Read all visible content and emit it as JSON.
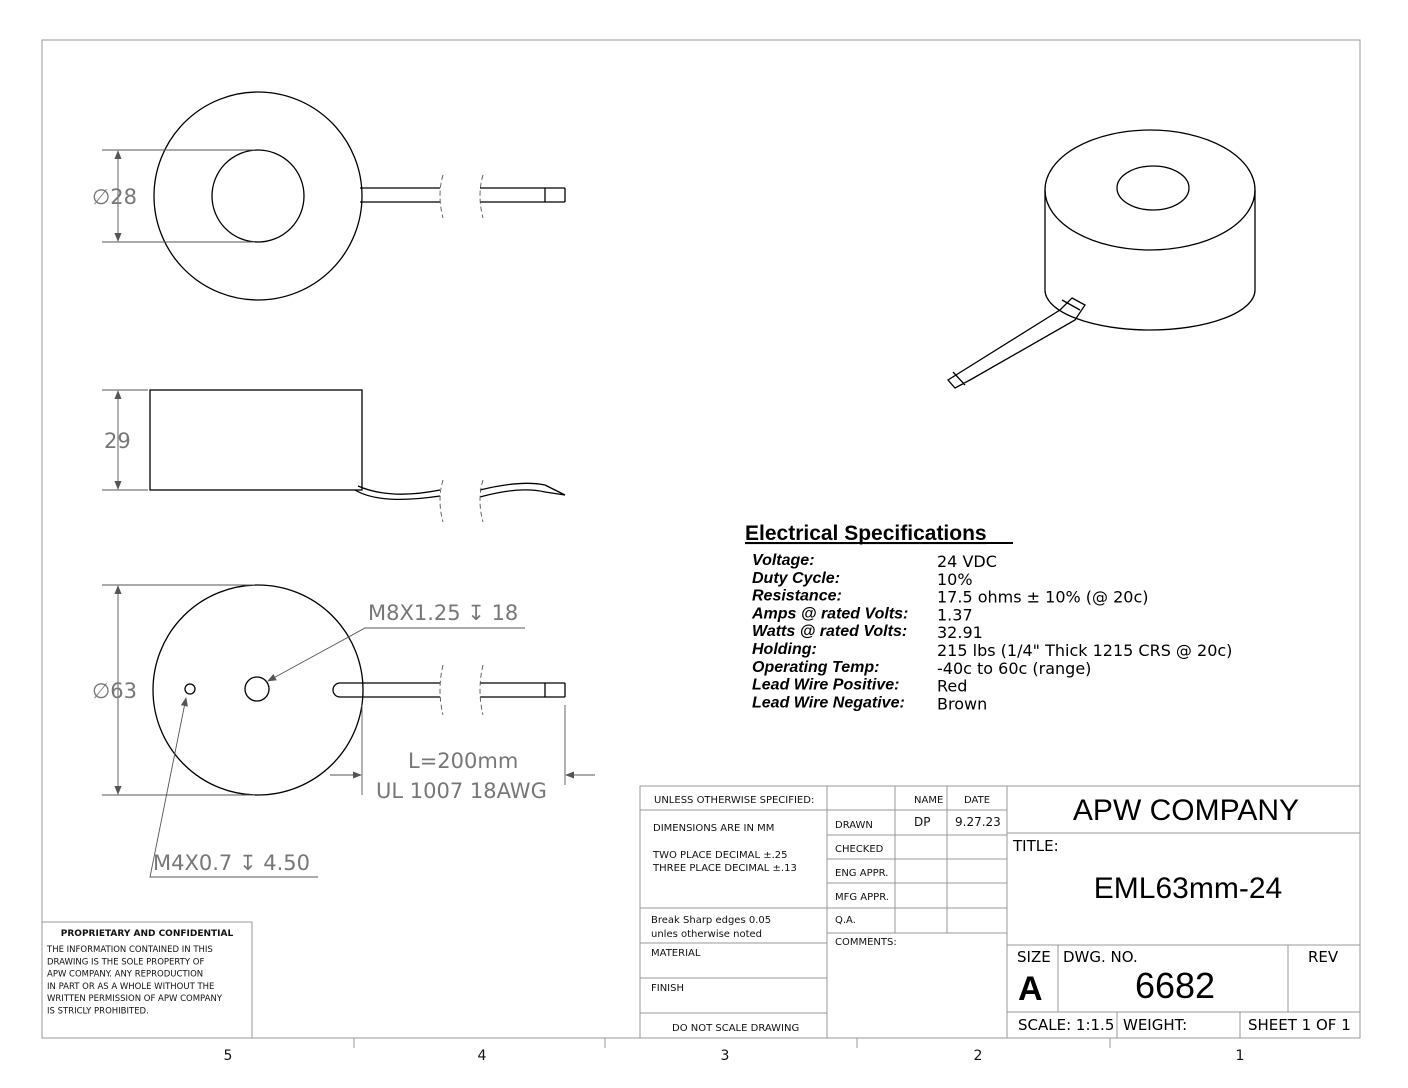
{
  "zones": [
    "5",
    "4",
    "3",
    "2",
    "1"
  ],
  "views": {
    "top_dim": "∅28",
    "side_dim": "29",
    "bottom_dim": "∅63",
    "thread_callout": "M8X1.25 ↧ 18",
    "small_thread_callout": "M4X0.7 ↧ 4.50",
    "lead_length": "L=200mm",
    "lead_wire": "UL 1007 18AWG"
  },
  "specs": {
    "title": "Electrical Specifications",
    "rows": [
      {
        "label": "Voltage:",
        "value": "24 VDC"
      },
      {
        "label": "Duty Cycle:",
        "value": "10%"
      },
      {
        "label": "Resistance:",
        "value": "17.5 ohms ± 10% (@ 20c)"
      },
      {
        "label": "Amps @ rated Volts:",
        "value": "1.37"
      },
      {
        "label": "Watts @ rated Volts:",
        "value": "32.91"
      },
      {
        "label": "Holding:",
        "value": "215 lbs (1/4\" Thick 1215 CRS @ 20c)"
      },
      {
        "label": "Operating Temp:",
        "value": "-40c to 60c (range)"
      },
      {
        "label": "Lead Wire Positive:",
        "value": "Red"
      },
      {
        "label": "Lead Wire Negative:",
        "value": "Brown"
      }
    ]
  },
  "confidential": {
    "title": "PROPRIETARY AND CONFIDENTIAL",
    "lines": [
      "THE INFORMATION CONTAINED IN THIS",
      "DRAWING IS THE SOLE PROPERTY OF",
      "APW COMPANY.  ANY REPRODUCTION",
      "IN PART OR AS A WHOLE WITHOUT THE",
      "WRITTEN PERMISSION OF APW COMPANY",
      "IS STRICLY PROHIBITED."
    ]
  },
  "title_block": {
    "unless": "UNLESS OTHERWISE SPECIFIED:",
    "dims": "DIMENSIONS ARE IN MM",
    "two_place": "TWO PLACE DECIMAL    ±.25",
    "three_place": "THREE PLACE DECIMAL  ±.13",
    "break1": "Break Sharp edges 0.05",
    "break2": "unles otherwise noted",
    "material": "MATERIAL",
    "finish": "FINISH",
    "no_scale": "DO NOT SCALE DRAWING",
    "name_hdr": "NAME",
    "date_hdr": "DATE",
    "roles": [
      "DRAWN",
      "CHECKED",
      "ENG APPR.",
      "MFG APPR.",
      "Q.A."
    ],
    "drawn_name": "DP",
    "drawn_date": "9.27.23",
    "comments": "COMMENTS:",
    "company": "APW COMPANY",
    "title_label": "TITLE:",
    "part_title": "EML63mm-24",
    "size_label": "SIZE",
    "size": "A",
    "dwg_label": "DWG.  NO.",
    "dwg_no": "6682",
    "rev_label": "REV",
    "scale": "SCALE: 1:1.5",
    "weight": "WEIGHT:",
    "sheet": "SHEET 1 OF 1"
  }
}
